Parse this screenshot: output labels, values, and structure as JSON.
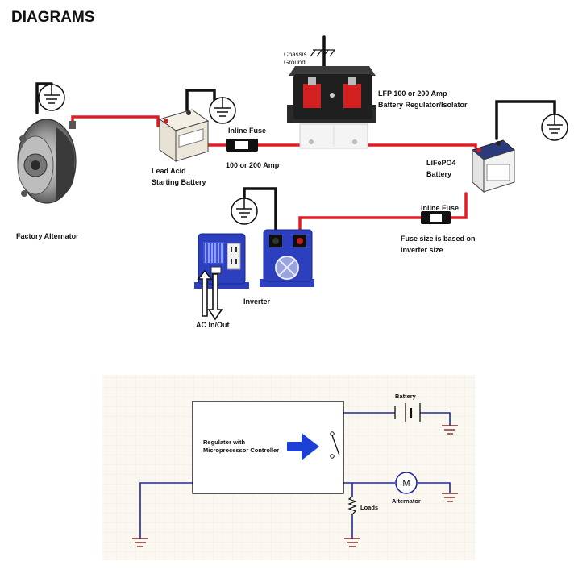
{
  "page_title": "DIAGRAMS",
  "wiring": {
    "chassis_ground": [
      "Chassis",
      "Ground"
    ],
    "regulator": [
      "LFP 100 or 200 Amp",
      "Battery Regulator/Isolator"
    ],
    "inline_fuse_1": "Inline Fuse",
    "fuse_1_rating": "100 or 200 Amp",
    "lead_acid": [
      "Lead Acid",
      "Starting Battery"
    ],
    "alternator": "Factory Alternator",
    "lifepo4": [
      "LiFePO4",
      "Battery"
    ],
    "inline_fuse_2": "Inline Fuse",
    "fuse_2_note": [
      "Fuse size is based on",
      "inverter size"
    ],
    "inverter": "Inverter",
    "ac": "AC In/Out"
  },
  "schematic": {
    "controller": [
      "Regulator with",
      "Microprocessor Controller"
    ],
    "battery": "Battery",
    "alternator": "Alternator",
    "alternator_symbol": "M",
    "loads": "Loads"
  },
  "colors": {
    "wire_red": "#e01b24",
    "wire_black": "#111111",
    "inverter_blue": "#2b3fbf",
    "schematic_wire": "#1f2a9a",
    "schematic_ground": "#7a2a2a",
    "arrow_blue": "#1c3fd6",
    "grid_bg": "#fbf7f1"
  }
}
